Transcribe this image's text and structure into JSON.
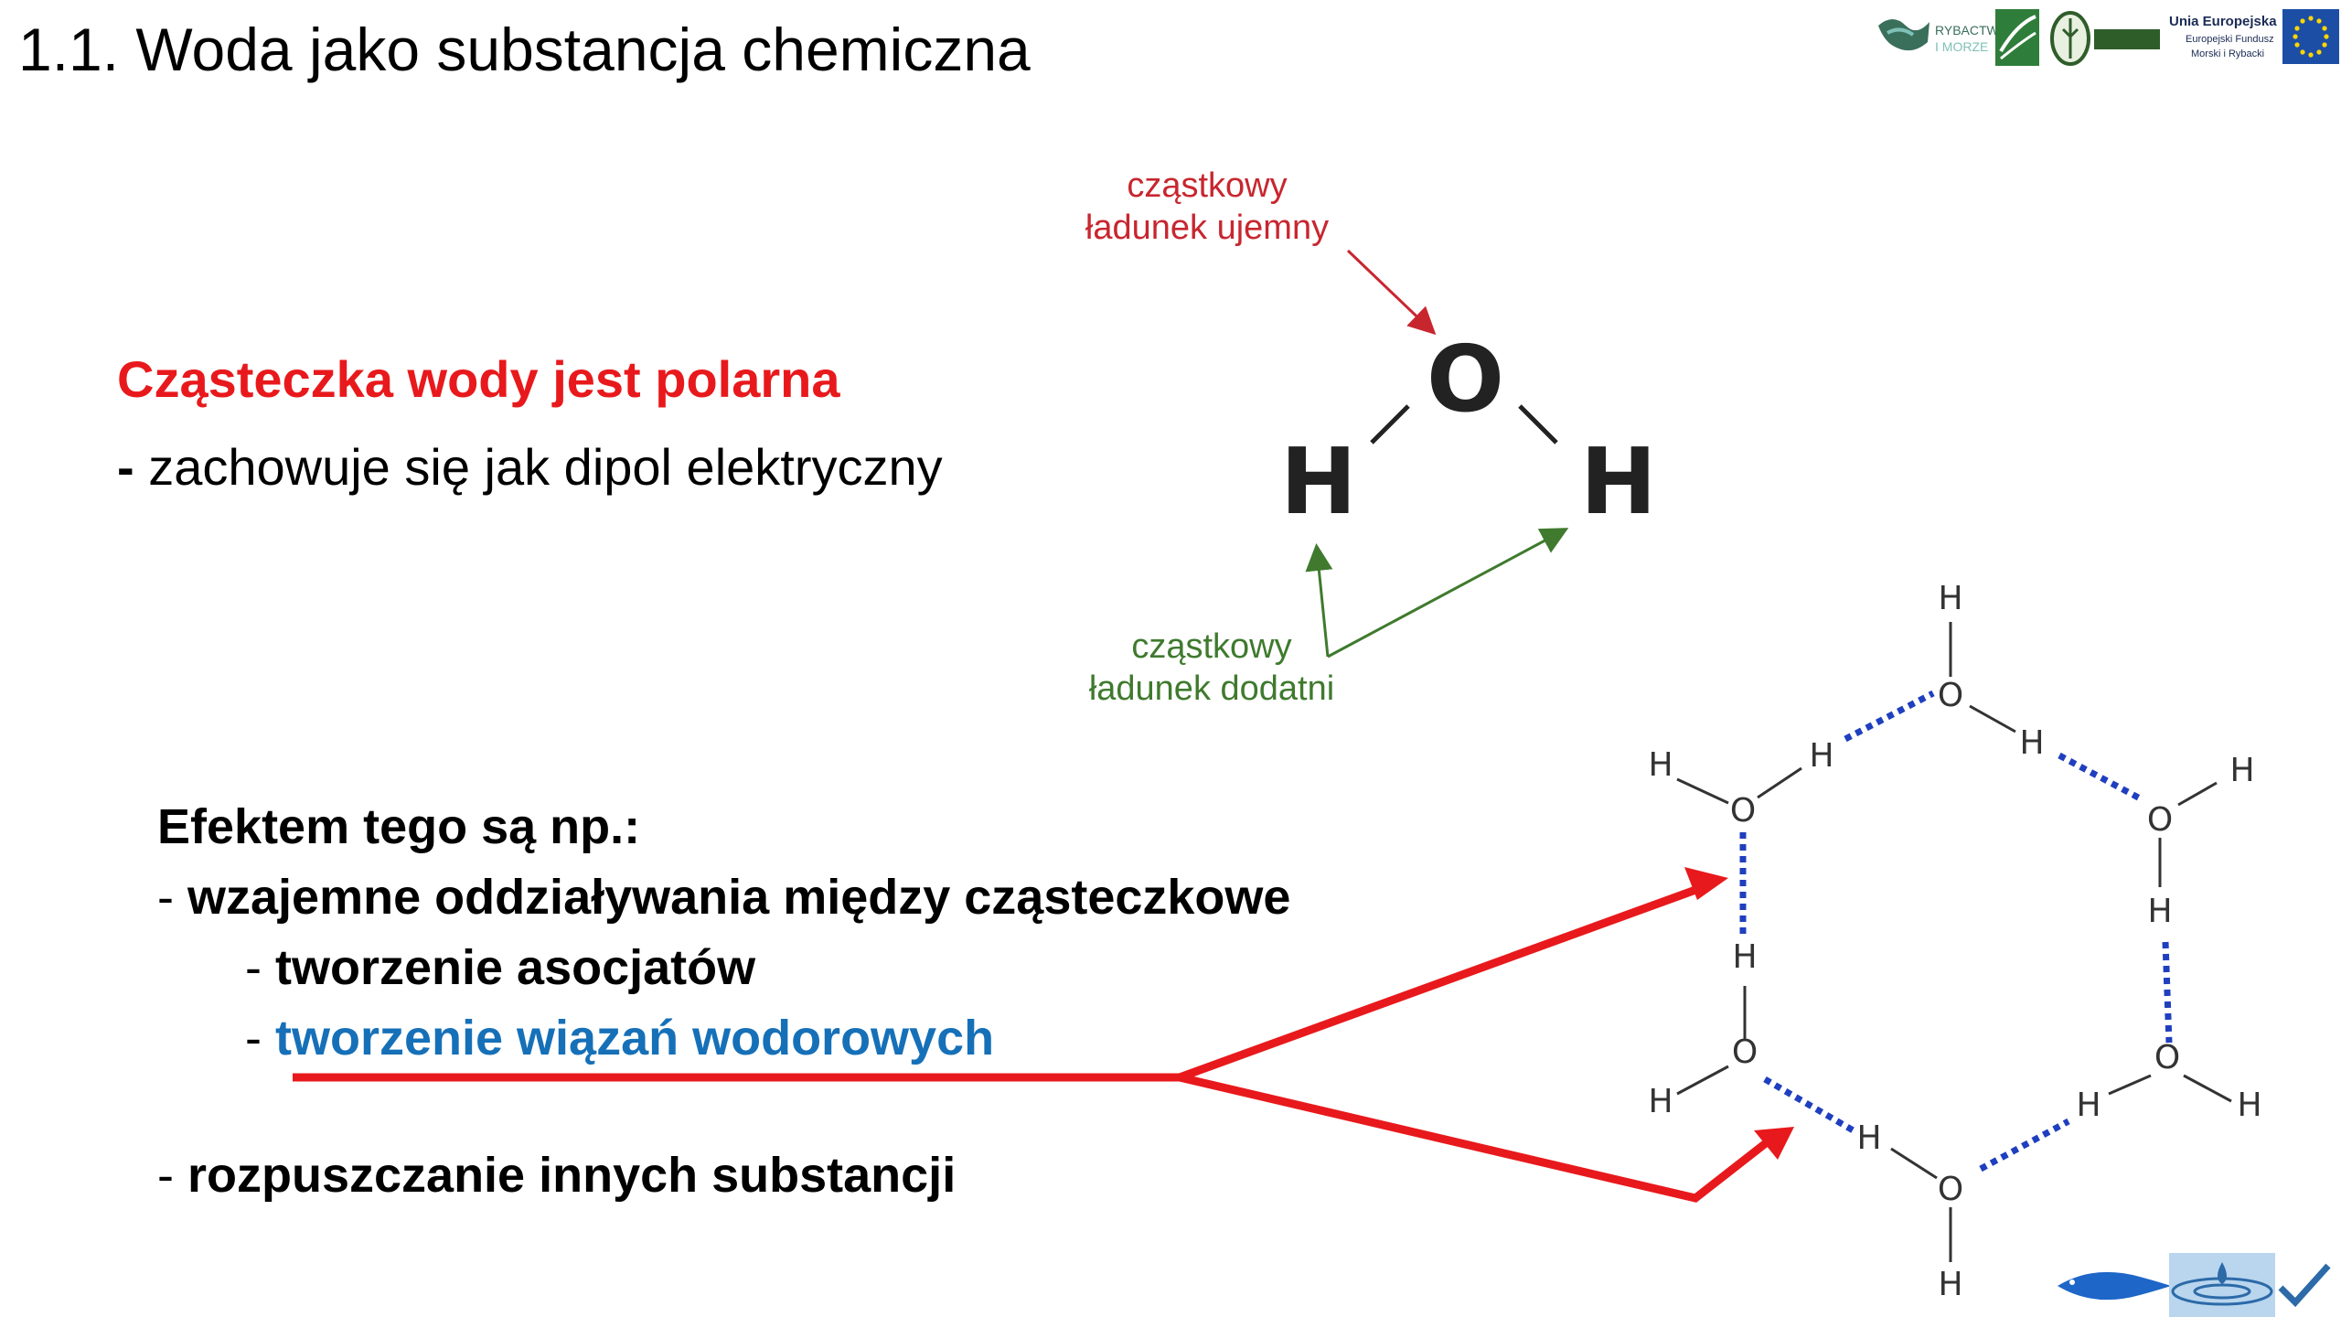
{
  "slide": {
    "title": "1.1. Woda jako substancja chemiczna"
  },
  "logos": {
    "rybactwo_line1": "RYBACTWO",
    "rybactwo_line2": "I MORZE",
    "eu_line1": "Unia Europejska",
    "eu_line2": "Europejski Fundusz",
    "eu_line3": "Morski i Rybacki"
  },
  "intro": {
    "heading": "Cząsteczka wody jest polarna",
    "dipole_dash": "-",
    "dipole_text": " zachowuje się jak dipol elektryczny"
  },
  "molecule": {
    "oxygen": "O",
    "hydrogen_left": "H",
    "hydrogen_right": "H",
    "negative_label": "cząstkowy ładunek ujemny",
    "positive_label": "cząstkowy ładunek dodatni",
    "colors": {
      "negative": "#c8262f",
      "positive": "#3f7a2e"
    }
  },
  "effects": {
    "heading": "Efektem tego są np.:",
    "item1_dash": "- ",
    "item1": "wzajemne oddziaływania między cząsteczkowe",
    "item1a_dash": "- ",
    "item1a": "tworzenie asocjatów",
    "item1b_dash": "- ",
    "item1b": "tworzenie wiązań wodorowych",
    "item2_dash": "- ",
    "item2": "rozpuszczanie innych substancji",
    "colors": {
      "highlight": "#1670b8",
      "arrow": "#e8191c",
      "heading": "#e8191c"
    }
  },
  "hexamer": {
    "oxygen_symbol": "O",
    "hydrogen_symbol": "H",
    "hbond_color": "#1f3fbf"
  }
}
